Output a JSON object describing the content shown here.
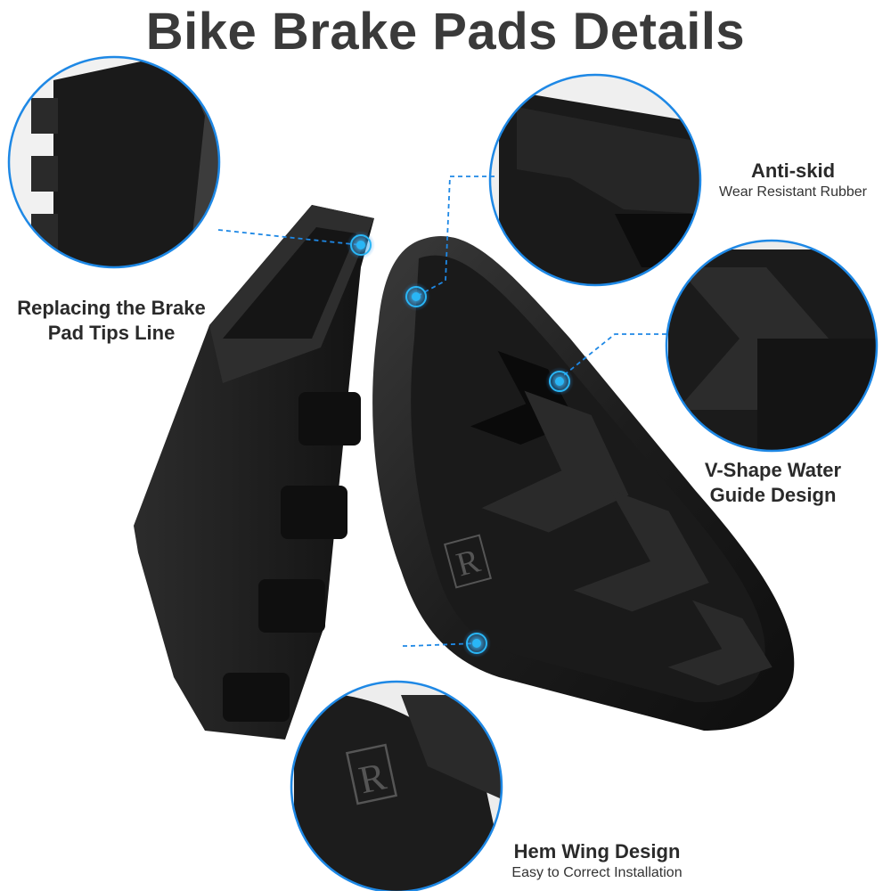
{
  "title": "Bike Brake Pads Details",
  "callouts": {
    "replacing": {
      "line1": "Replacing the Brake",
      "line2": "Pad Tips Line"
    },
    "anti_skid": {
      "title": "Anti-skid",
      "subtitle": "Wear Resistant Rubber"
    },
    "v_shape": {
      "line1": "V-Shape Water",
      "line2": "Guide Design"
    },
    "hem_wing": {
      "title": "Hem Wing Design",
      "subtitle": "Easy to Correct Installation"
    }
  },
  "pad_marking": "R",
  "colors": {
    "accent": "#1e88e5",
    "rubber": "#1c1c1c",
    "rubber_highlight": "#3a3a3a",
    "title_text": "#3a3a3a"
  }
}
